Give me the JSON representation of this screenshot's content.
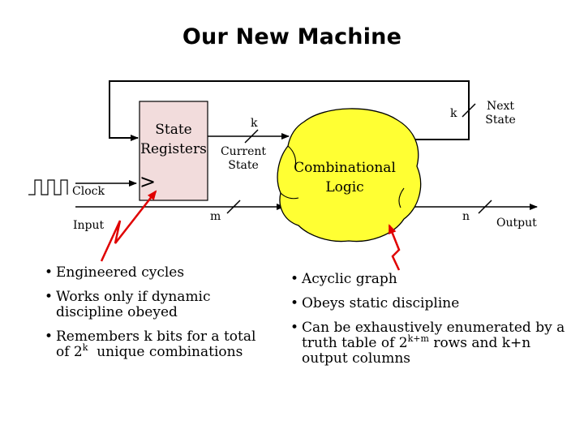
{
  "title": "Our New Machine",
  "diagram": {
    "state_registers": "State Registers",
    "combinational_logic": "Combinational Logic",
    "labels": {
      "clock": "Clock",
      "input": "Input",
      "output": "Output",
      "current_state": "Current State",
      "next_state": "Next State",
      "k_top": "k",
      "k_feedback": "k",
      "m": "m",
      "n": "n",
      "clock_marker": ">"
    },
    "colors": {
      "register_fill": "#f2dcdc",
      "logic_fill": "#ffff33",
      "annotation_arrow": "#e00000"
    }
  },
  "left_bullets": [
    {
      "text": "Engineered cycles"
    },
    {
      "text": "Works only if dynamic discipline obeyed"
    },
    {
      "pre": "Remembers k bits for a total of 2",
      "sup": "k",
      "post": "  unique combinations"
    }
  ],
  "right_bullets": [
    {
      "text": "Acyclic graph"
    },
    {
      "text": "Obeys static discipline"
    },
    {
      "pre": "Can be exhaustively enumerated by a truth table of 2",
      "sup": "k+m",
      "post": " rows and k+n output columns"
    }
  ]
}
